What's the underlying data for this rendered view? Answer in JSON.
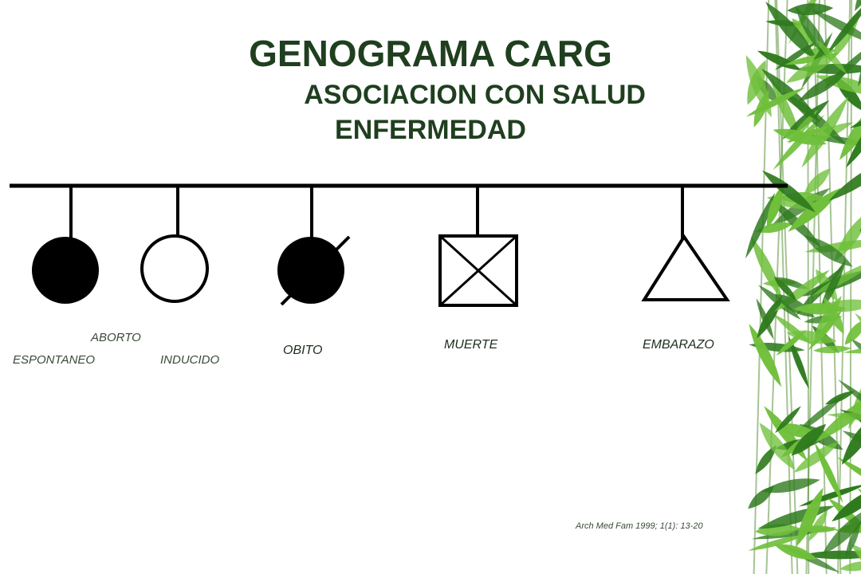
{
  "title": {
    "line1": "GENOGRAMA  CARG",
    "line2": "ASOCIACION CON SALUD",
    "line3": "ENFERMEDAD"
  },
  "symbols": {
    "aborto_group_label": "ABORTO",
    "espontaneo": "ESPONTANEO",
    "inducido": "INDUCIDO",
    "obito": "OBITO",
    "muerte": "MUERTE",
    "embarazo": "EMBARAZO"
  },
  "citation": "Arch Med Fam 1999; 1(1): 13-20",
  "colors": {
    "title": "#1f3f1f",
    "symbol_stroke": "#000000",
    "leaf_dark": "#2f7a1e",
    "leaf_light": "#6fbf3a"
  },
  "decoration": {
    "right_border": "bamboo-leaves"
  }
}
